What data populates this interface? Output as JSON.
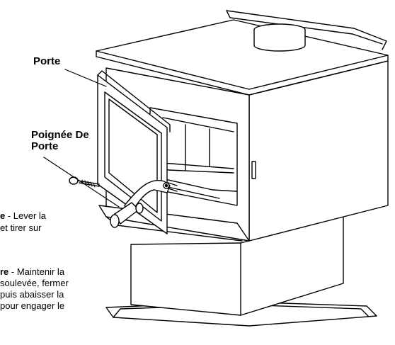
{
  "labels": {
    "door": "Porte",
    "door_handle_line1": "Poignée De",
    "door_handle_line2": "Porte"
  },
  "instructions": {
    "open": {
      "keyword_fragment": "e",
      "text_line1": " - Lever la",
      "text_line2": "et tirer sur"
    },
    "close": {
      "keyword_fragment": "re",
      "text_line1": " - Maintenir la",
      "text_line2": "soulevée, fermer",
      "text_line3": "puis abaisser la",
      "text_line4": "pour engager le"
    }
  }
}
